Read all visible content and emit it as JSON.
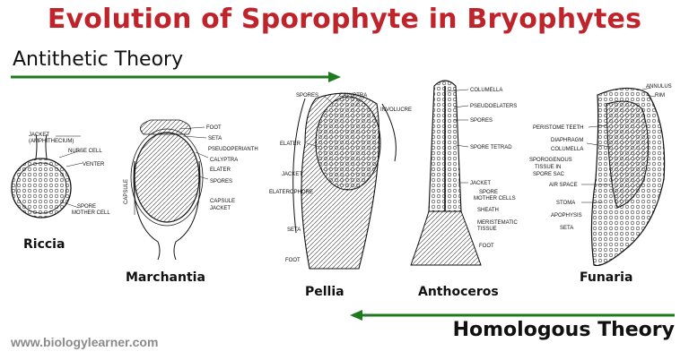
{
  "title": "Evolution of Sporophyte in Bryophytes",
  "theories": {
    "antithetic": "Antithetic Theory",
    "homologous": "Homologous Theory"
  },
  "website": "www.biologylearner.com",
  "colors": {
    "title": "#c0242b",
    "arrow": "#1f7a1f"
  },
  "specimens": {
    "riccia": {
      "name": "Riccia",
      "labels": [
        "JACKET",
        "(AMPHITHECIUM)",
        "NURSE CELL",
        "VENTER",
        "SPORE",
        "MOTHER CELL"
      ]
    },
    "marchantia": {
      "name": "Marchantia",
      "labels": [
        "FOOT",
        "SETA",
        "PSEUDOPERIANTH",
        "CALYPTRA",
        "ELATER",
        "SPORES",
        "CAPSULE",
        "JACKET",
        "CAPSULE"
      ]
    },
    "pellia": {
      "name": "Pellia",
      "labels": [
        "SPORES",
        "CALYPTRA",
        "INVOLUCRE",
        "ELATER",
        "JACKET",
        "ELATEROPHORE",
        "SETA",
        "FOOT"
      ]
    },
    "anthoceros": {
      "name": "Anthoceros",
      "labels": [
        "COLUMELLA",
        "PSEUDOELATERS",
        "SPORES",
        "SPORE TETRAD",
        "JACKET",
        "SPORE",
        "MOTHER CELLS",
        "SHEATH",
        "MERISTEMATIC",
        "TISSUE",
        "FOOT"
      ]
    },
    "funaria": {
      "name": "Funaria",
      "labels": [
        "ANNULUS",
        "RIM",
        "PERISTOME TEETH",
        "DIAPHRAGM",
        "COLUMELLA",
        "SPOROGENOUS",
        "TISSUE IN",
        "SPORE SAC",
        "AIR SPACE",
        "STOMA",
        "APOPHYSIS",
        "SETA"
      ]
    }
  }
}
